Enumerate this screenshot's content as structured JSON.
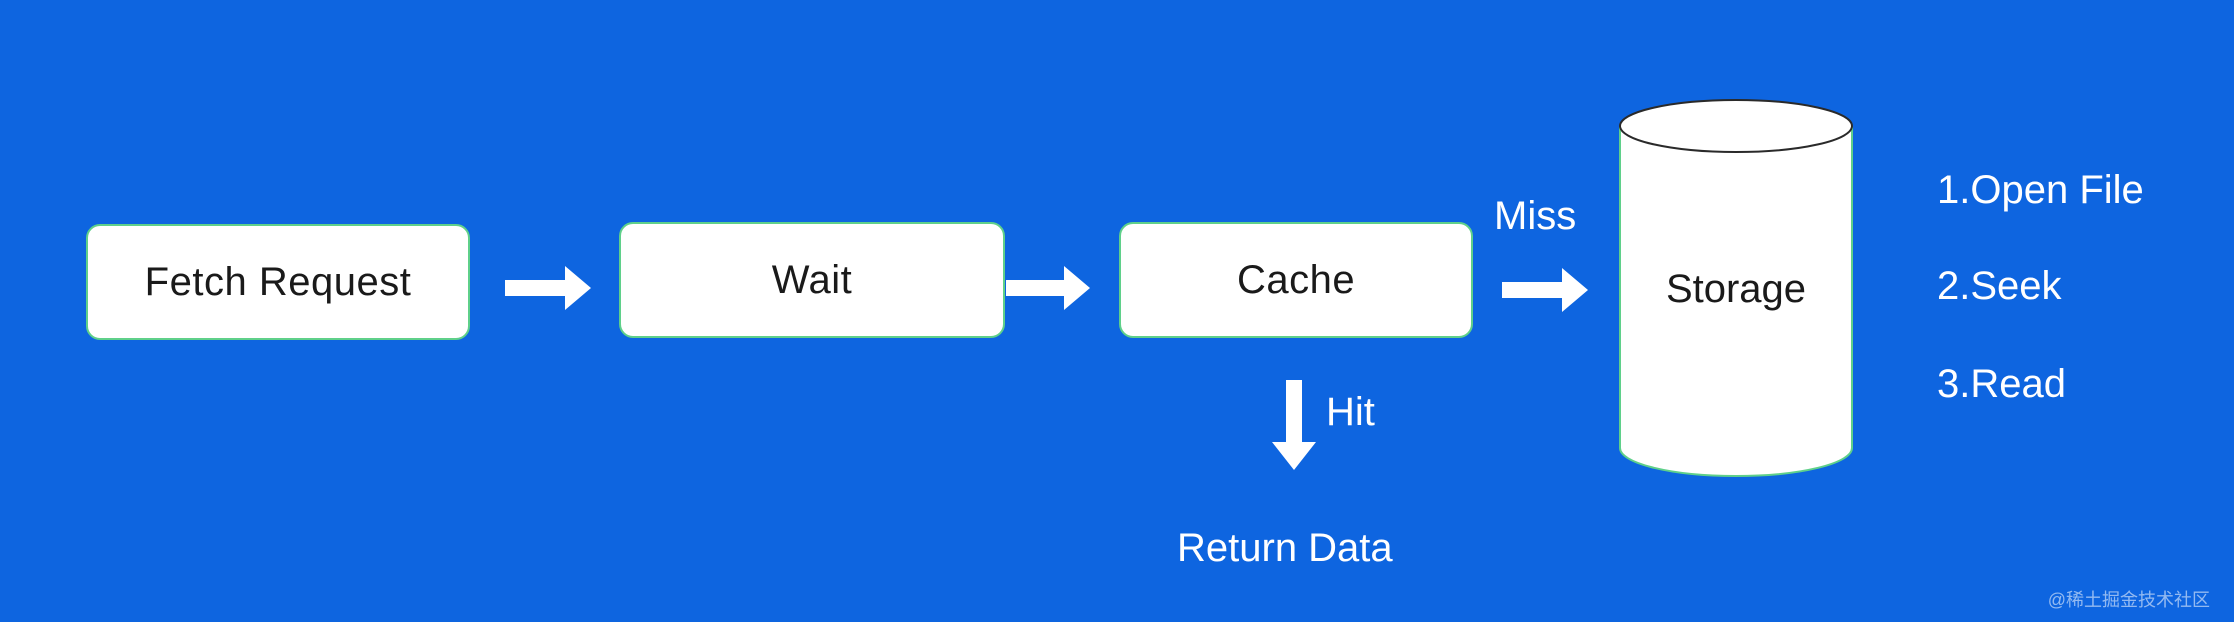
{
  "colors": {
    "background": "#0e65e0",
    "box_fill": "#ffffff",
    "box_border": "#5fd08a",
    "arrow": "#ffffff"
  },
  "nodes": {
    "fetch_request": "Fetch Request",
    "wait": "Wait",
    "cache": "Cache",
    "storage": "Storage"
  },
  "edges": {
    "miss": "Miss",
    "hit": "Hit",
    "return_data": "Return Data"
  },
  "storage_steps": [
    "1.Open File",
    "2.Seek",
    "3.Read"
  ],
  "watermark": "@稀土掘金技术社区"
}
